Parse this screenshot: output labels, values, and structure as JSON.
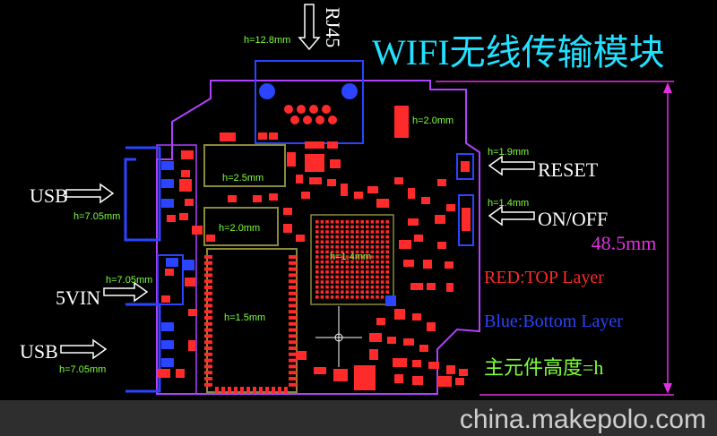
{
  "title": "WIFI无线传输模块",
  "labels": {
    "rj45": "RJ45",
    "rj45_height": "h=12.8mm",
    "usb_top": "USB",
    "usb_top_height": "h=7.05mm",
    "vin": "5VIN",
    "vin_height": "h=7.05mm",
    "usb_bottom": "USB",
    "usb_bottom_height": "h=7.05mm",
    "reset": "RESET",
    "reset_height": "h=1.9mm",
    "onoff": "ON/OFF",
    "onoff_height": "h=1.4mm",
    "cap_height": "h=2.0mm",
    "comp_height_25": "h=2.5mm",
    "comp_height_20": "h=2.0mm",
    "chip_height": "h=1.4mm",
    "module_height": "h=1.5mm",
    "dimension": "48.5mm"
  },
  "legend": {
    "red": "RED:TOP Layer",
    "blue": "Blue:Bottom Layer",
    "height_note": "主元件高度=h"
  },
  "watermark": "china.makepolo.com",
  "colors": {
    "title": "#22e0ff",
    "height_label": "#7dff3c",
    "annotation": "#ffffff",
    "red_layer": "#ff2a2a",
    "blue_layer": "#2a44ff",
    "outline": "#b040ff",
    "dimension": "#e030e0",
    "footer_bg": "#2e2e2e",
    "footer_text": "#cfcfcf"
  }
}
